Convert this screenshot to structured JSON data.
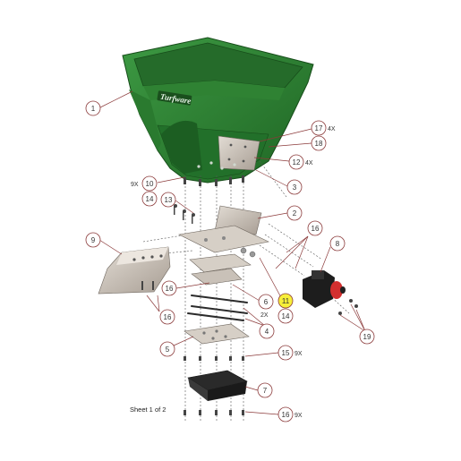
{
  "brand": {
    "text": "Turfware"
  },
  "sheet": "Sheet 1 of 2",
  "colors": {
    "hopper": "#2e7d32",
    "hopper_dark": "#1b5e20",
    "plate": "#c8c0b6",
    "motor_red": "#d32f2f",
    "callout_line": "#8b3a3a",
    "highlight": "#f7ef3a"
  },
  "callouts": [
    {
      "id": "c1",
      "num": "1",
      "qty": ""
    },
    {
      "id": "c17",
      "num": "17",
      "qty": "4X"
    },
    {
      "id": "c18",
      "num": "18",
      "qty": ""
    },
    {
      "id": "c12",
      "num": "12",
      "qty": "4X"
    },
    {
      "id": "c10",
      "num": "10",
      "qty": "9X",
      "qty_left": true
    },
    {
      "id": "c3",
      "num": "3",
      "qty": ""
    },
    {
      "id": "c14a",
      "num": "14",
      "qty": ""
    },
    {
      "id": "c13",
      "num": "13",
      "qty": ""
    },
    {
      "id": "c2",
      "num": "2",
      "qty": ""
    },
    {
      "id": "c9",
      "num": "9",
      "qty": ""
    },
    {
      "id": "c16a",
      "num": "16",
      "qty": ""
    },
    {
      "id": "c8",
      "num": "8",
      "qty": ""
    },
    {
      "id": "c16b",
      "num": "16",
      "qty": ""
    },
    {
      "id": "c16c",
      "num": "16",
      "qty": ""
    },
    {
      "id": "c6",
      "num": "6",
      "qty": "2X"
    },
    {
      "id": "c11",
      "num": "11",
      "qty": "",
      "highlight": true
    },
    {
      "id": "c14b",
      "num": "14",
      "qty": ""
    },
    {
      "id": "c4",
      "num": "4",
      "qty": ""
    },
    {
      "id": "c19",
      "num": "19",
      "qty": ""
    },
    {
      "id": "c5",
      "num": "5",
      "qty": ""
    },
    {
      "id": "c15",
      "num": "15",
      "qty": "9X"
    },
    {
      "id": "c7",
      "num": "7",
      "qty": ""
    },
    {
      "id": "c16d",
      "num": "16",
      "qty": "9X"
    }
  ]
}
